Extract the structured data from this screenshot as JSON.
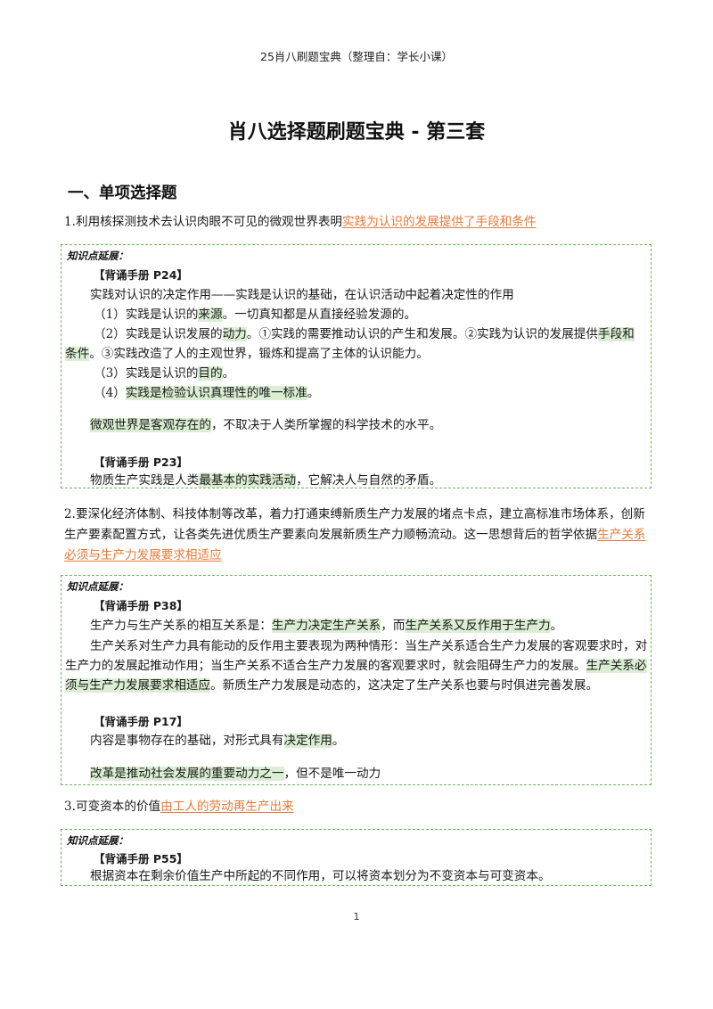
{
  "header": "25肖八刷题宝典（整理自：学长小课）",
  "title": "肖八选择题刷题宝典 - 第三套",
  "section": "一、单项选择题",
  "box_label": "知识点延展：",
  "q1": {
    "stem": "1.利用核探测技术去认识肉眼不可见的微观世界表明",
    "answer": "实践为认识的发展提供了手段和条件"
  },
  "b1": {
    "src1": "【背诵手册 P24】",
    "l1": "实践对认识的决定作用——实践是认识的基础，在认识活动中起着决定性的作用",
    "l2a": "（1）实践是认识的",
    "l2b": "来源",
    "l2c": "。一切真知都是从直接经验发源的。",
    "l3a": "（2）实践是认识发展的",
    "l3b": "动力",
    "l3c": "。①实践的需要推动认识的产生和发展。②实践为认识的发展提供",
    "l3d": "手段和",
    "l3e": "条件",
    "l3f": "。③实践改造了人的主观世界，锻炼和提高了主体的认识能力。",
    "l4a": "（3）实践是认识的",
    "l4b": "目的",
    "l4c": "。",
    "l5a": "（4）",
    "l5b": "实践是检验认识真理性的唯一标准",
    "l5c": "。",
    "l6a": "微观世界是客观存在的",
    "l6b": "，不取决于人类所掌握的科学技术的水平。",
    "src2": "【背诵手册 P23】",
    "l7a": "物质生产实践是人类",
    "l7b": "最基本的实践活动",
    "l7c": "，它解决人与自然的矛盾。"
  },
  "q2": {
    "stem": "2.要深化经济体制、科技体制等改革，着力打通束缚新质生产力发展的堵点卡点，建立高标准市场体系，创新生产要素配置方式，让各类先进优质生产要素向发展新质生产力顺畅流动。这一思想背后的哲学依据",
    "answer": "生产关系必须与生产力发展要求相适应"
  },
  "b2": {
    "src1": "【背诵手册 P38】",
    "l1a": "生产力与生产关系的相互关系是：",
    "l1b": "生产力决定生产关系",
    "l1c": "，而",
    "l1d": "生产关系又反作用于生产力",
    "l1e": "。",
    "l2a": "生产关系对生产力具有能动的反作用主要表现为两种情形：当生产关系适合生产力发展的客观要求时，对生产力的发展起推动作用；当生产关系不适合生产力发展的客观要求时，就会阻碍生产力的发展。",
    "l2b": "生产关系必须与生产力发展要求相适应",
    "l2c": "。新质生产力发展是动态的，这决定了生产关系也要与时俱进完善发展。",
    "src2": "【背诵手册 P17】",
    "l3a": "内容是事物存在的基础，对形式具有",
    "l3b": "决定作用",
    "l3c": "。",
    "l4a": "改革是推动社会发展的重要动力之一",
    "l4b": "，但不是唯一动力"
  },
  "q3": {
    "stem": "3.可变资本的价值",
    "answer": "由工人的劳动再生产出来"
  },
  "b3": {
    "src1": "【背诵手册 P55】",
    "l1": "根据资本在剩余价值生产中所起的不同作用，可以将资本划分为不变资本与可变资本。"
  },
  "page_number": "1",
  "colors": {
    "answer": "#e8793a",
    "highlight": "#dbeed3",
    "box_border": "#6cb35a"
  }
}
